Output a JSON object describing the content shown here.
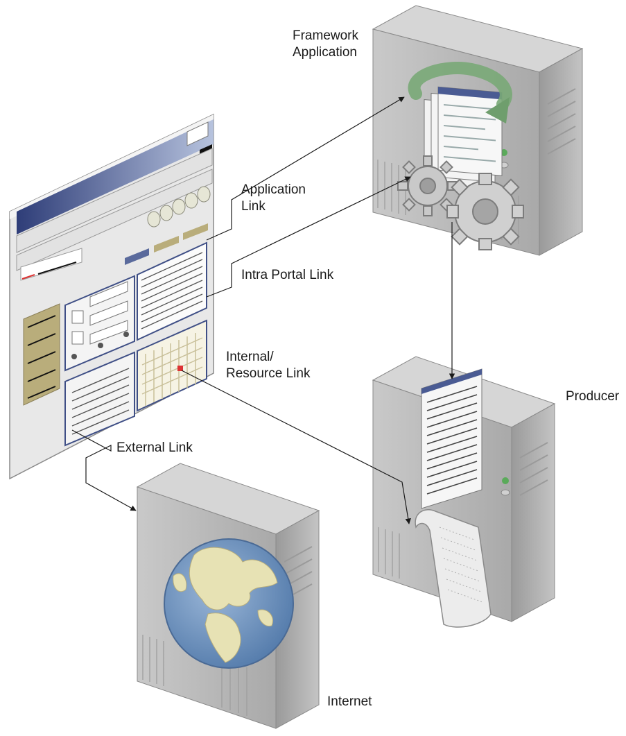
{
  "labels": {
    "framework_line1": "Framework",
    "framework_line2": "Application",
    "application_link_line1": "Application",
    "application_link_line2": "Link",
    "intra_portal_link": "Intra Portal Link",
    "internal_line1": "Internal/",
    "internal_line2": "Resource Link",
    "producer": "Producer",
    "external_link": "External Link",
    "internet": "Internet"
  },
  "colors": {
    "server_body": "#b4b4b4",
    "server_dark": "#8e8e8e",
    "window_title": "#3f4f86",
    "sidebar": "#b9ad7b",
    "arrow_green": "#79a877",
    "globe_sea": "#6f93bd",
    "globe_land": "#e7e2b4",
    "arrow_line": "#1a1a1a"
  },
  "icons": [
    "portal-window-icon",
    "server-tower-icon",
    "gear-icon",
    "refresh-arrow-icon",
    "document-icon",
    "scroll-icon",
    "globe-icon"
  ]
}
